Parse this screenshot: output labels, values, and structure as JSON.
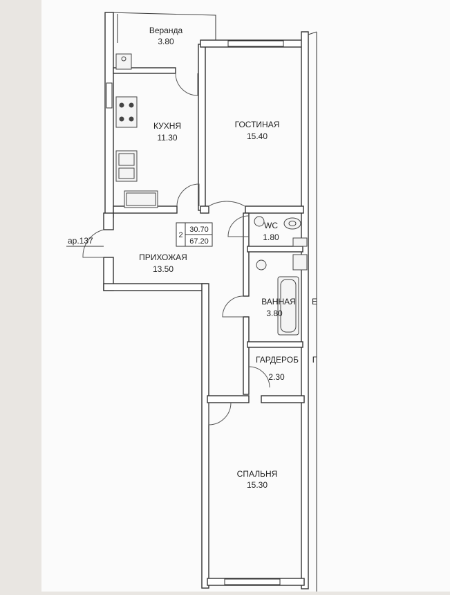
{
  "colors": {
    "paper": "#fbfbfb",
    "background": "#e9e6e2",
    "wall": "#333333"
  },
  "rooms": {
    "veranda": {
      "name": "Веранда",
      "area": "3.80"
    },
    "kitchen": {
      "name": "КУХНЯ",
      "area": "11.30"
    },
    "living": {
      "name": "ГОСТИНАЯ",
      "area": "15.40"
    },
    "hall": {
      "name": "ПРИХОЖАЯ",
      "area": "13.50"
    },
    "wc": {
      "name": "WC",
      "area": "1.80"
    },
    "bath": {
      "name": "ВАННАЯ",
      "area": "3.80"
    },
    "wardrobe": {
      "name": "ГАРДЕРОБ",
      "area": "2.30"
    },
    "bedroom": {
      "name": "СПАЛЬНЯ",
      "area": "15.30"
    }
  },
  "summary": {
    "rooms_count": "2",
    "living_area": "30.70",
    "total_area": "67.20"
  },
  "apartment_label": "ар.137",
  "edge_marks": {
    "bath_side": "Е",
    "wardrobe_side": "Г"
  }
}
